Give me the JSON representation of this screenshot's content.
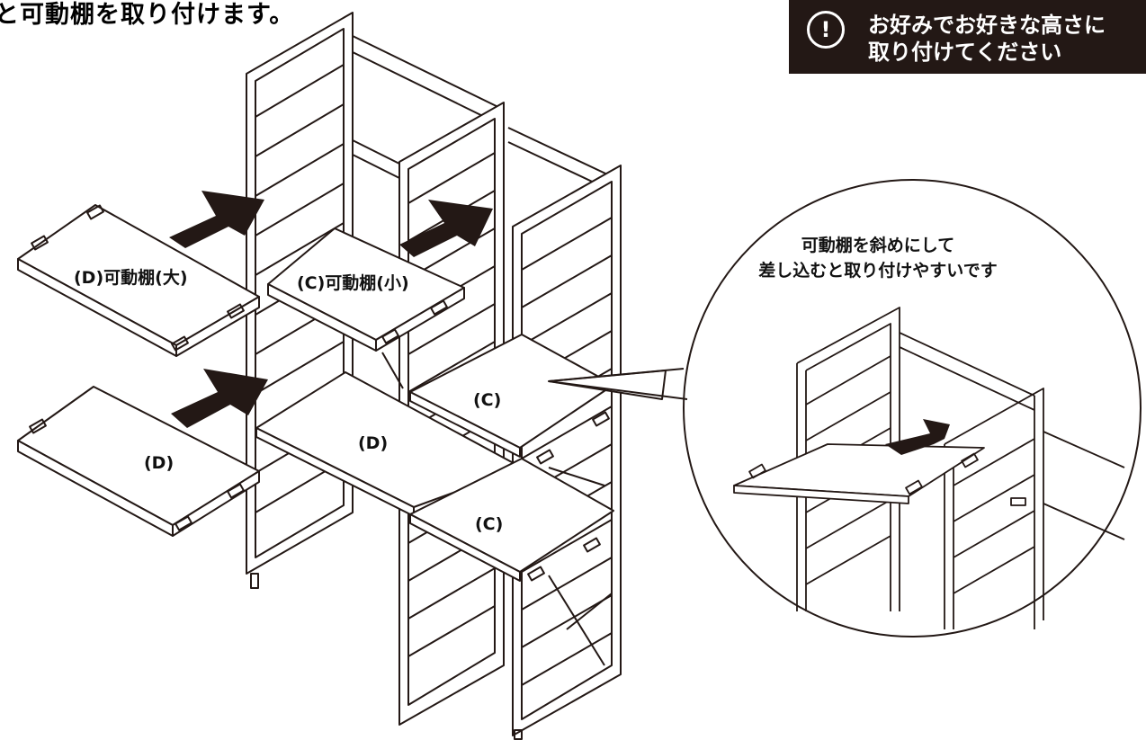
{
  "heading": "と可動棚を取り付けます。",
  "notice": {
    "icon": "exclamation-circle-icon",
    "line1": "お好みでお好きな高さに",
    "line2": "取り付けてください"
  },
  "labels": {
    "shelf_d_large": "(D)可動棚(大)",
    "shelf_c_small": "(C)可動棚(小)",
    "shelf_d_2": "(D)",
    "shelf_d_installed": "(D)",
    "shelf_c_installed_1": "(C)",
    "shelf_c_installed_2": "(C)"
  },
  "callout": {
    "line1": "可動棚を斜めにして",
    "line2": "差し込むと取り付けやすいです"
  },
  "colors": {
    "line": "#231815",
    "notice_bg": "#231815",
    "arrow": "#231815"
  }
}
